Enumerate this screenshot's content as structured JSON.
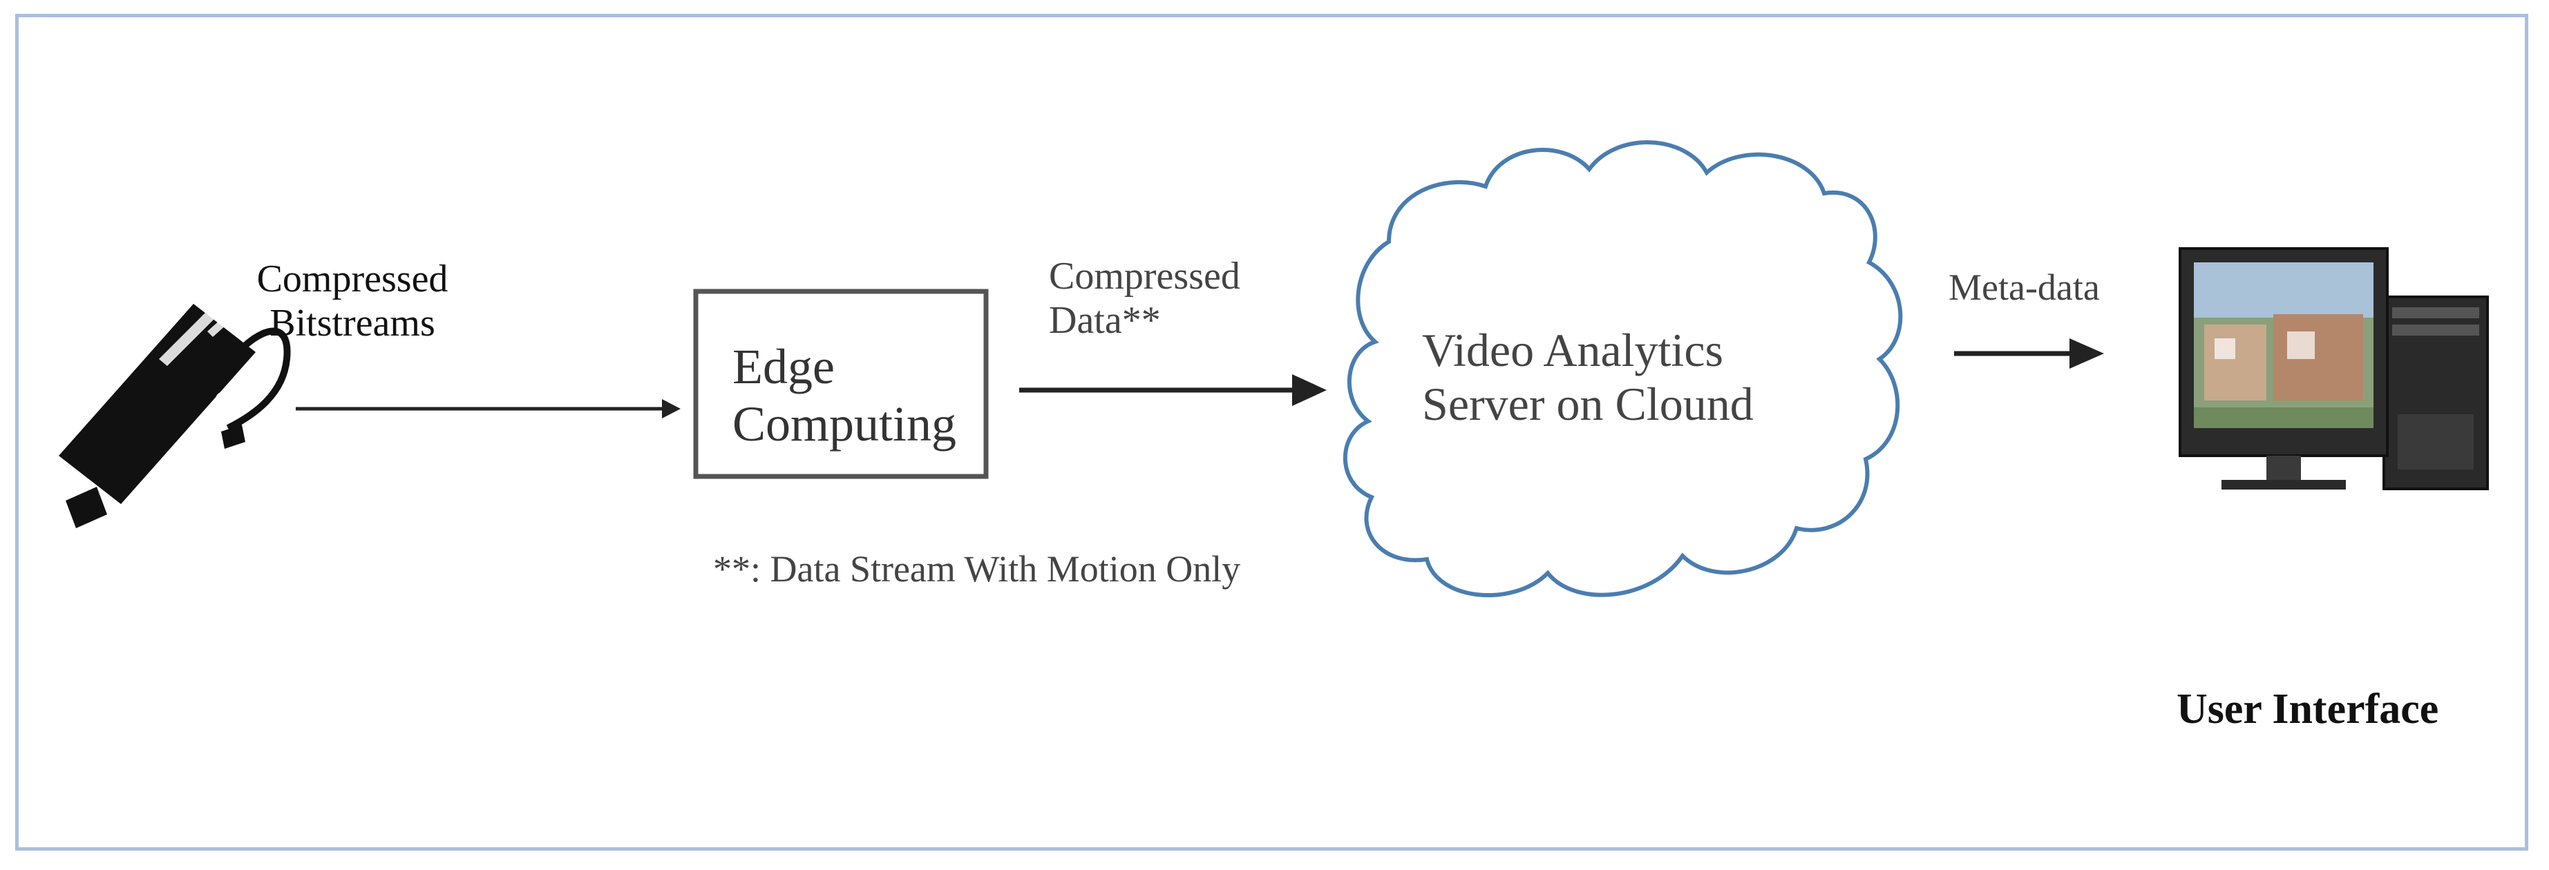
{
  "diagram": {
    "bitstreams_label_line1": "Compressed",
    "bitstreams_label_line2": "Bitstreams",
    "edge_label_line1": "Edge",
    "edge_label_line2": "Computing",
    "compressed_data_label_line1": "Compressed",
    "compressed_data_label_line2": "Data**",
    "cloud_label_line1": "Video Analytics",
    "cloud_label_line2": "Server on Clound",
    "metadata_label": "Meta-data",
    "footnote": "**:  Data Stream With Motion Only",
    "user_interface_label": "User Interface"
  },
  "colors": {
    "frame_border": "#a9bfdc",
    "cloud_outline": "#4a7db0",
    "arrow": "#222222",
    "camera": "#111111",
    "box_border": "#444444"
  },
  "icons": {
    "camera": "security-camera-icon",
    "computer": "desktop-computer-icon"
  }
}
